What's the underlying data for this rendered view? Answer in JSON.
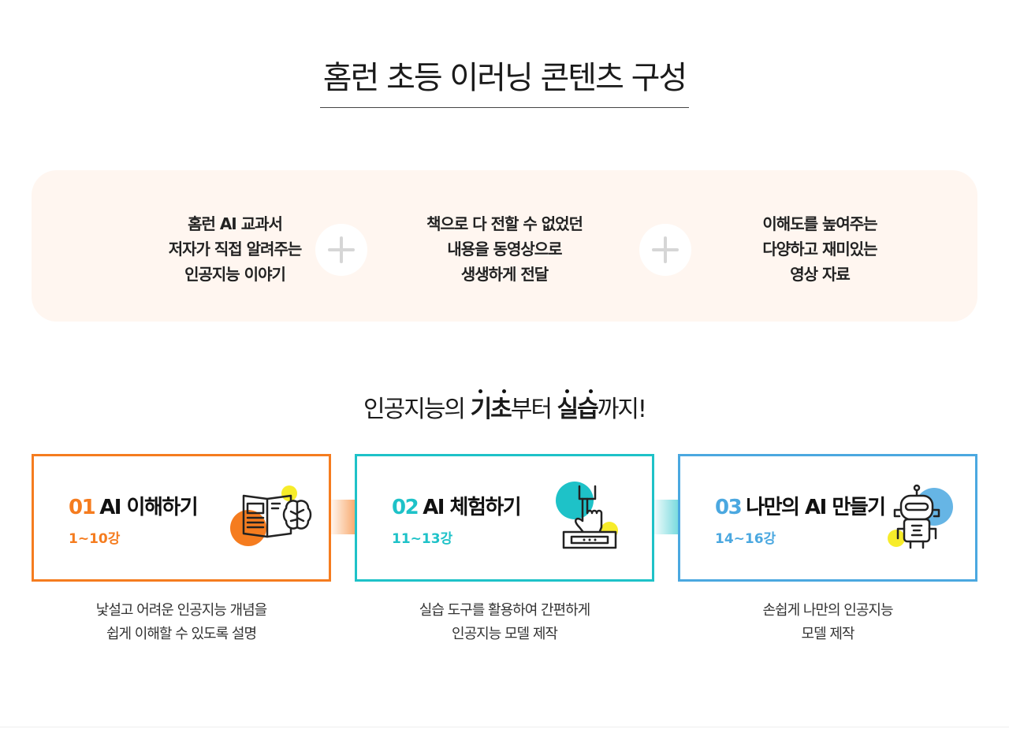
{
  "page_title": "홈런 초등 이러닝 콘텐츠 구성",
  "composition": {
    "items": [
      {
        "lines": [
          "홈런 AI 교과서",
          "저자가 직접 알려주는",
          "인공지능 이야기"
        ]
      },
      {
        "lines": [
          "책으로 다 전할 수 없었던",
          "내용을 동영상으로",
          "생생하게 전달"
        ]
      },
      {
        "lines": [
          "이해도를 높여주는",
          "다양하고 재미있는",
          "영상 자료"
        ]
      }
    ]
  },
  "subtitle": {
    "part1": "인공지능의 ",
    "emph1": "기초",
    "part2": "부터 ",
    "emph2": "실습",
    "part3": "까지!"
  },
  "steps": [
    {
      "num": "01",
      "title": "AI 이해하기",
      "range": "1~10강",
      "color": "#f57c1f",
      "icon": "book-brain-icon",
      "desc": [
        "낯설고 어려운 인공지능 개념을",
        "쉽게 이해할 수 있도록 설명"
      ]
    },
    {
      "num": "02",
      "title": "AI 체험하기",
      "range": "11~13강",
      "color": "#1ec2c8",
      "icon": "hand-keyboard-icon",
      "desc": [
        "실습 도구를 활용하여 간편하게",
        "인공지능 모델 제작"
      ]
    },
    {
      "num": "03",
      "title": "나만의 AI 만들기",
      "range": "14~16강",
      "color": "#4ba8e0",
      "icon": "robot-icon",
      "desc": [
        "손쉽게 나만의 인공지능",
        "모델 제작"
      ]
    }
  ],
  "colors": {
    "accent_orange": "#f57c1f",
    "accent_teal": "#1ec2c8",
    "accent_blue": "#4ba8e0",
    "highlight_yellow": "#f7ec2a",
    "panel_bg": "#fff6f0"
  }
}
